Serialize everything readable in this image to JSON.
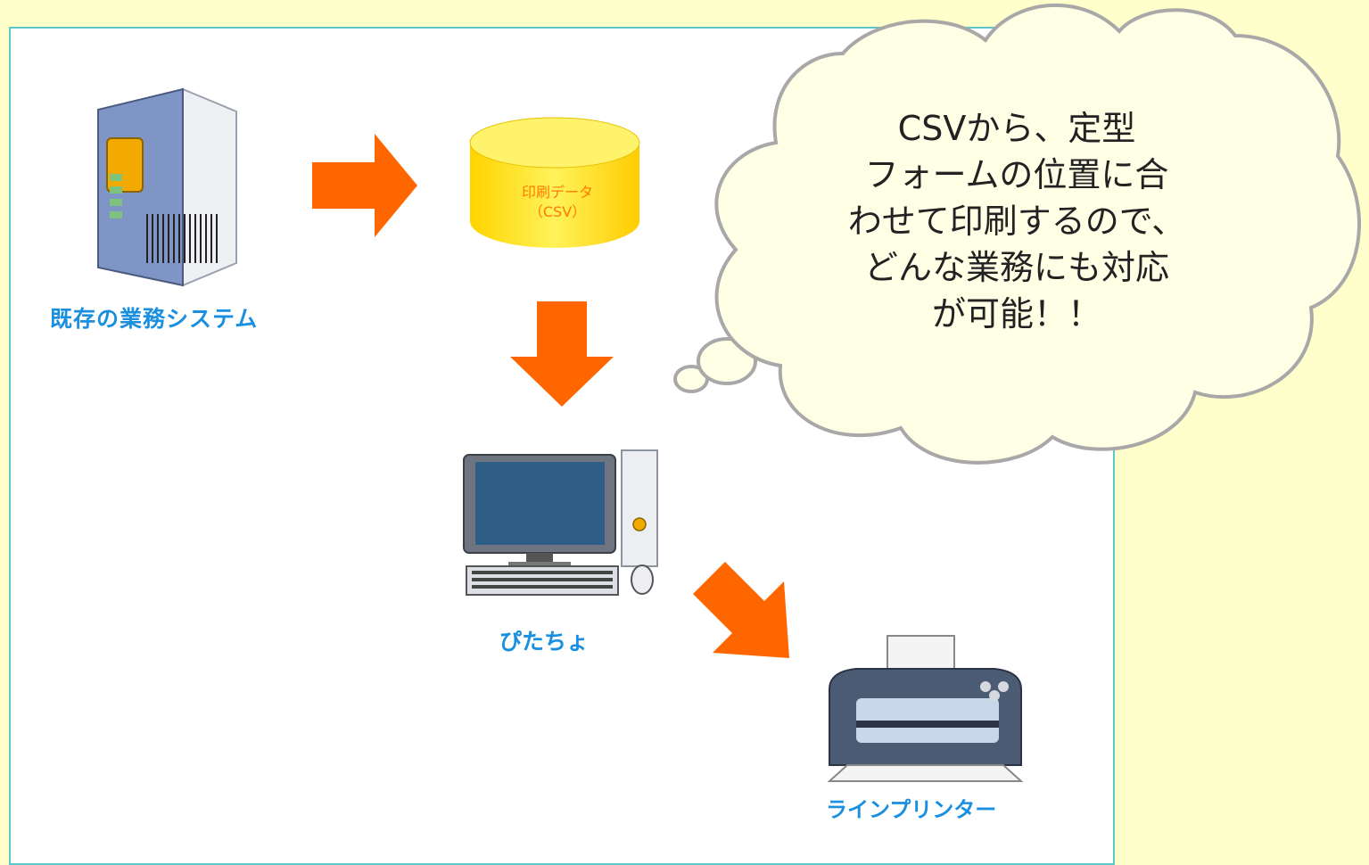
{
  "diagram": {
    "labels": {
      "existing_system": "既存の業務システム",
      "pitacho": "ぴたちょ",
      "line_printer": "ラインプリンター"
    },
    "database": {
      "line1": "印刷データ",
      "line2": "（CSV）"
    },
    "speech_bubble": {
      "lines": [
        "CSVから、定型",
        "フォームの位置に合",
        "わせて印刷するので、",
        "どんな業務にも対応",
        "が可能！！"
      ]
    }
  },
  "colors": {
    "background": "#ffffcc",
    "panel_border": "#5cc8c8",
    "arrow": "#ff6600",
    "label_text": "#1a8fe0",
    "database_fill": "#ffe600"
  },
  "icons": [
    "server-icon",
    "database-icon",
    "desktop-computer-icon",
    "printer-icon",
    "thought-cloud"
  ]
}
